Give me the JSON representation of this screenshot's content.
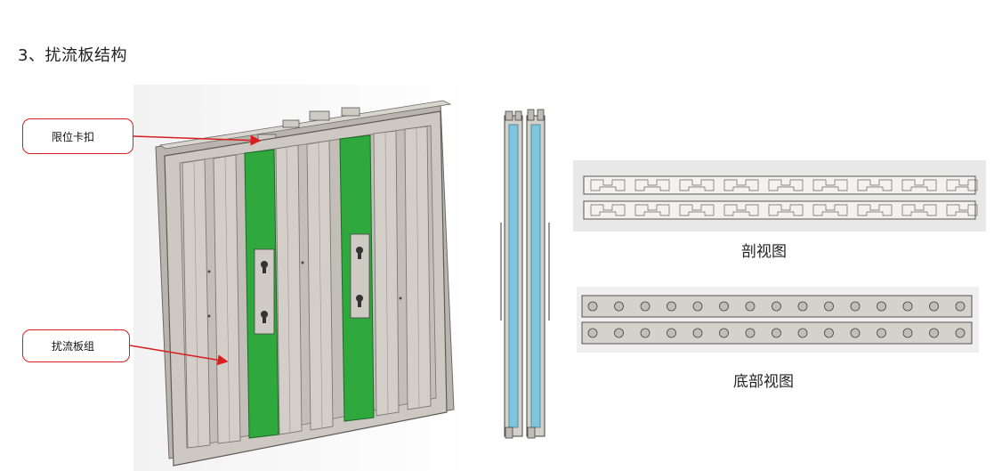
{
  "page": {
    "title": "3、扰流板结构"
  },
  "callouts": [
    {
      "id": "clip",
      "label": "限位卡扣"
    },
    {
      "id": "group",
      "label": "扰流板组"
    }
  ],
  "captions": {
    "section_view": "剖视图",
    "bottom_view": "底部视图"
  },
  "colors": {
    "callout_red": "#d81e1e",
    "panel_green": "#2fa83e",
    "frame_gray": "#c9c4bd",
    "side_blue": "#7fc6dc"
  }
}
